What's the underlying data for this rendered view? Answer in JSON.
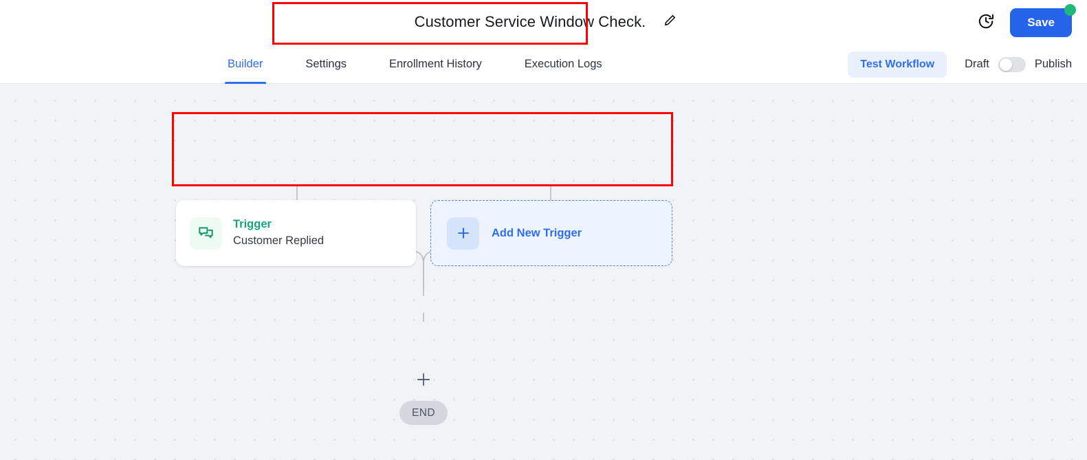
{
  "header": {
    "workflow_title": "Customer Service Window Check.",
    "edit_icon": "pencil-icon",
    "history_icon": "clock-history-icon",
    "save_label": "Save",
    "save_badge_color": "#1db87a",
    "primary_color": "#2563eb"
  },
  "tabs": [
    {
      "label": "Builder",
      "active": true
    },
    {
      "label": "Settings",
      "active": false
    },
    {
      "label": "Enrollment History",
      "active": false
    },
    {
      "label": "Execution Logs",
      "active": false
    }
  ],
  "tabbar_actions": {
    "test_workflow_label": "Test Workflow",
    "draft_label": "Draft",
    "publish_label": "Publish",
    "toggle_state": "off"
  },
  "canvas": {
    "trigger_card": {
      "icon": "chat-bubbles-icon",
      "kind_label": "Trigger",
      "name_label": "Customer Replied",
      "kind_color": "#17a673"
    },
    "add_trigger_card": {
      "icon": "plus-icon",
      "label": "Add New Trigger"
    },
    "branch_plus_icon": "plus-icon",
    "end_node_label": "END"
  },
  "annotations": [
    {
      "name": "title-highlight"
    },
    {
      "name": "triggers-highlight"
    }
  ]
}
